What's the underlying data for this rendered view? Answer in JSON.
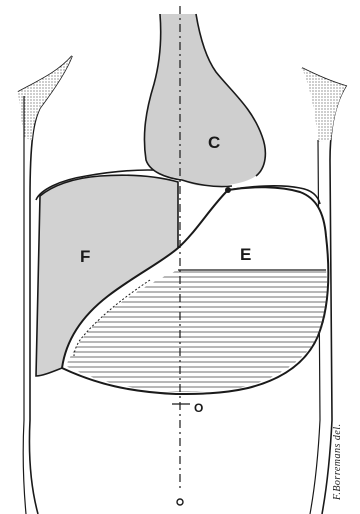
{
  "figure": {
    "labels": {
      "C": "C",
      "F": "F",
      "E": "E",
      "O": "O",
      "bottom_marker": "0"
    },
    "artist_signature": "F.Borremans del.",
    "colors": {
      "ink": "#1a1a1a",
      "shading": "#c8c8c8",
      "paper": "#ffffff"
    }
  }
}
